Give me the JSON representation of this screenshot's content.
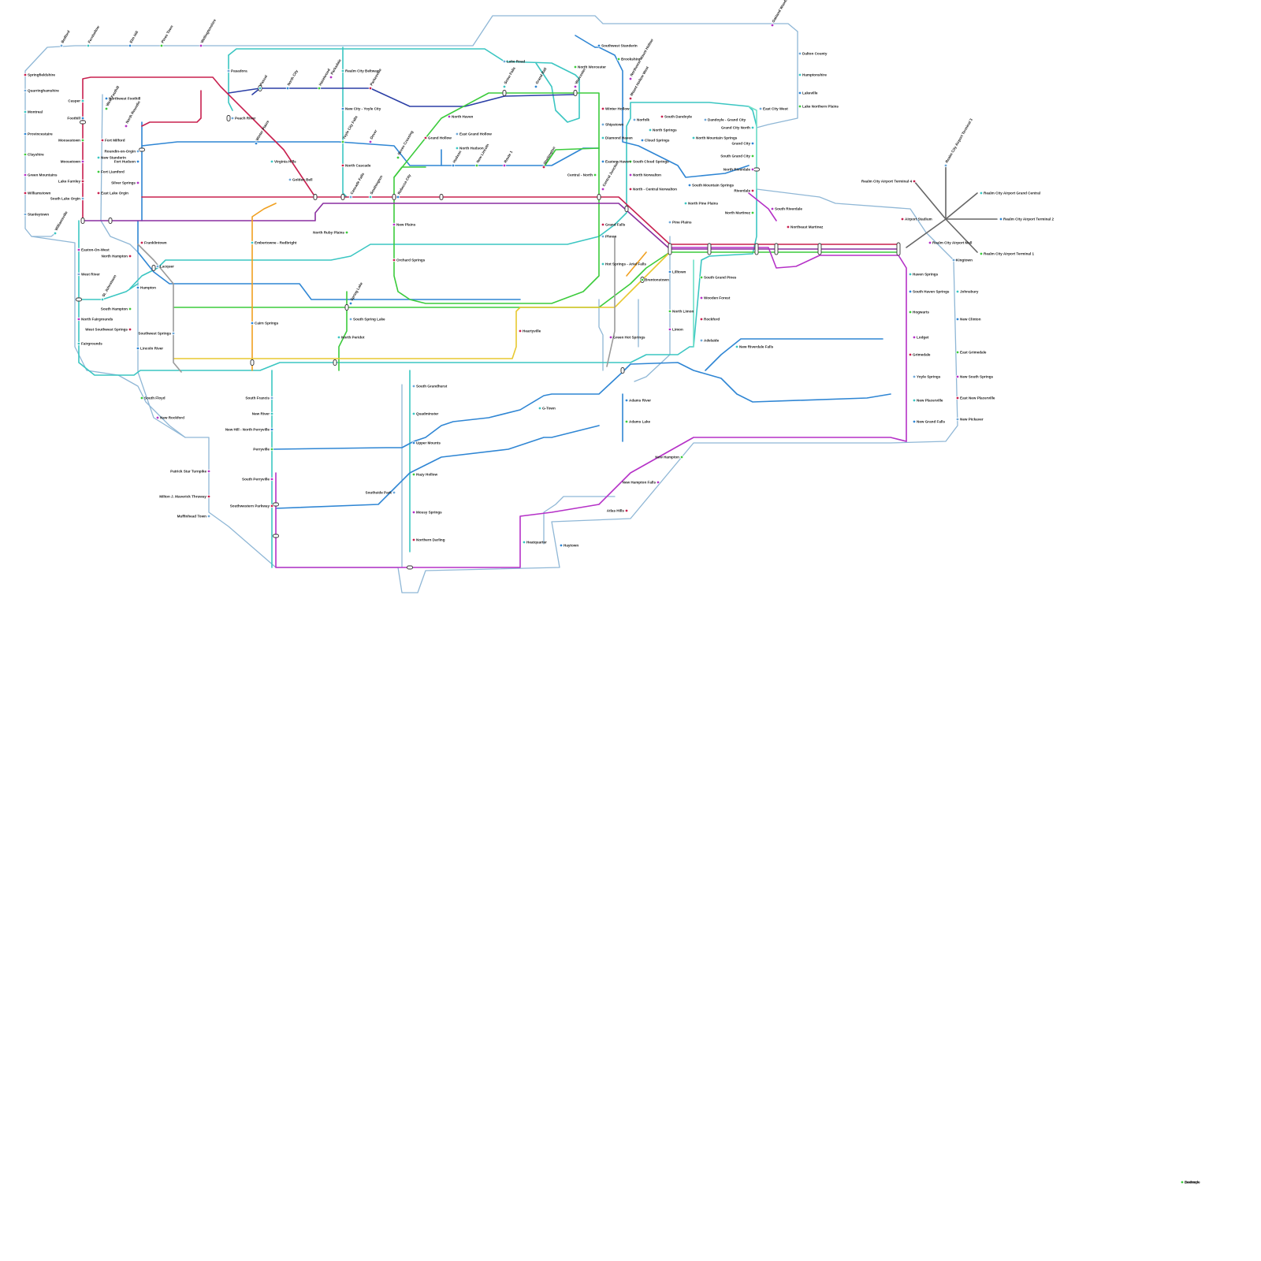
{
  "lines": [
    {
      "name": "outer-loop",
      "color": "#8fb7d6"
    },
    {
      "name": "teal",
      "color": "#3bc6c2"
    },
    {
      "name": "navy",
      "color": "#2b3fa6"
    },
    {
      "name": "blue",
      "color": "#2f86d4"
    },
    {
      "name": "crimson",
      "color": "#c8204f"
    },
    {
      "name": "green",
      "color": "#3ccb3c"
    },
    {
      "name": "purple",
      "color": "#8a2fa0"
    },
    {
      "name": "magenta",
      "color": "#b531c7"
    },
    {
      "name": "orange",
      "color": "#f0a020"
    },
    {
      "name": "yellow",
      "color": "#e8c830"
    },
    {
      "name": "aqua",
      "color": "#6fe0c8"
    },
    {
      "name": "grey",
      "color": "#9a9a9a"
    },
    {
      "name": "dark-grey",
      "color": "#666666"
    }
  ],
  "stations": [
    {
      "name": "Bedford"
    },
    {
      "name": "Fernhollow"
    },
    {
      "name": "Elm Hill"
    },
    {
      "name": "Pines Town"
    },
    {
      "name": "Wellingtonshire"
    },
    {
      "name": "Springfieldshire"
    },
    {
      "name": "Quarringhamshire"
    },
    {
      "name": "Montreal"
    },
    {
      "name": "Provincestaire"
    },
    {
      "name": "Clayshire"
    },
    {
      "name": "Green Mountains"
    },
    {
      "name": "Williamstown"
    },
    {
      "name": "Stanleytown"
    },
    {
      "name": "Casper"
    },
    {
      "name": "Foothill"
    },
    {
      "name": "Moosestown"
    },
    {
      "name": "Moosetown"
    },
    {
      "name": "Lake Farnley"
    },
    {
      "name": "South Lake Orgin"
    },
    {
      "name": "Williamsville"
    },
    {
      "name": "Northwest Foothill"
    },
    {
      "name": "West Foothill"
    },
    {
      "name": "North Roundin"
    },
    {
      "name": "Fort Milford"
    },
    {
      "name": "Roundin-on-Orgin"
    },
    {
      "name": "New Standerin"
    },
    {
      "name": "Fort Hudson"
    },
    {
      "name": "Fort Liamford"
    },
    {
      "name": "Silver Springs"
    },
    {
      "name": "East Lake Orgin"
    },
    {
      "name": "Peach River"
    },
    {
      "name": "Pascal"
    },
    {
      "name": "North City"
    },
    {
      "name": "Hazelwood"
    },
    {
      "name": "Parksdale"
    },
    {
      "name": "Parkesville"
    },
    {
      "name": "Pasadora"
    },
    {
      "name": "Realm City Beltway"
    },
    {
      "name": "New City - Yoyle City"
    },
    {
      "name": "Yoyle City Falls"
    },
    {
      "name": "Dover"
    },
    {
      "name": "North Cascade"
    },
    {
      "name": "Cascade Falls"
    },
    {
      "name": "Southington"
    },
    {
      "name": "Rebecca City"
    },
    {
      "name": "Seven Crossing"
    },
    {
      "name": "North Haven"
    },
    {
      "name": "Grand Hollow"
    },
    {
      "name": "East Grand Hollow"
    },
    {
      "name": "North Hudson"
    },
    {
      "name": "Hudson"
    },
    {
      "name": "New Lincoln"
    },
    {
      "name": "Route 1"
    },
    {
      "name": "Sheltington"
    },
    {
      "name": "Lake Road"
    },
    {
      "name": "Snow Falls"
    },
    {
      "name": "Grand Ball"
    },
    {
      "name": "North Worcester"
    },
    {
      "name": "Worcester"
    },
    {
      "name": "Winter Hollow"
    },
    {
      "name": "Shipstown"
    },
    {
      "name": "Diamond Haven"
    },
    {
      "name": "Eastern Haven"
    },
    {
      "name": "Central - North"
    },
    {
      "name": "Central Junction"
    },
    {
      "name": "Grand Falls"
    },
    {
      "name": "Phnon"
    },
    {
      "name": "Hot Springs - Ariel Falls"
    },
    {
      "name": "Southwest Standerin"
    },
    {
      "name": "Brookshire"
    },
    {
      "name": "Northwest Mount Hollow"
    },
    {
      "name": "Mount Hollow West"
    },
    {
      "name": "Norfolk"
    },
    {
      "name": "North Springs"
    },
    {
      "name": "Cloud Springs"
    },
    {
      "name": "South Cloud Springs"
    },
    {
      "name": "North Norwalton"
    },
    {
      "name": "North - Central Norwalton"
    },
    {
      "name": "Pine Plains"
    },
    {
      "name": "North Pine Plains"
    },
    {
      "name": "Lilltown"
    },
    {
      "name": "North Limon"
    },
    {
      "name": "Limon"
    },
    {
      "name": "South Dandoyle"
    },
    {
      "name": "Dandoyle - Grand City"
    },
    {
      "name": "Grand City North"
    },
    {
      "name": "Grand City"
    },
    {
      "name": "South Grand City"
    },
    {
      "name": "North Riverdale"
    },
    {
      "name": "Riverdale"
    },
    {
      "name": "East City West"
    },
    {
      "name": "North Mountain Springs"
    },
    {
      "name": "South Mountain Springs"
    },
    {
      "name": "North Martinez"
    },
    {
      "name": "South Riverdale"
    },
    {
      "name": "Northeast Martinez"
    },
    {
      "name": "Dalton County"
    },
    {
      "name": "Hamptonshire"
    },
    {
      "name": "Lakeville"
    },
    {
      "name": "Lake Northern Plains"
    },
    {
      "name": "Oakland Woods"
    },
    {
      "name": "Realm City Airport Terminal 4"
    },
    {
      "name": "Realm City Airport Terminal 3"
    },
    {
      "name": "Realm City Airport Grand Central"
    },
    {
      "name": "Realm City Airport Terminal 2"
    },
    {
      "name": "Realm City Airport Terminal 1"
    },
    {
      "name": "Realm City Airport Mall"
    },
    {
      "name": "Airport Stadium"
    },
    {
      "name": "Kingtown"
    },
    {
      "name": "Johnsbury"
    },
    {
      "name": "New Clinton"
    },
    {
      "name": "East Grimedale"
    },
    {
      "name": "New South Springs"
    },
    {
      "name": "East New Placerville"
    },
    {
      "name": "New Pickaver"
    },
    {
      "name": "Haven Springs"
    },
    {
      "name": "South Haven Springs"
    },
    {
      "name": "Hogwarts"
    },
    {
      "name": "Lodget"
    },
    {
      "name": "Grimedale"
    },
    {
      "name": "Yoyle Springs"
    },
    {
      "name": "New Placerville"
    },
    {
      "name": "New Grand Falls"
    },
    {
      "name": "South Grand Pines"
    },
    {
      "name": "Wooden Forest"
    },
    {
      "name": "Rockford"
    },
    {
      "name": "Adelaide"
    },
    {
      "name": "New Riverdale Falls"
    },
    {
      "name": "Bedrock"
    },
    {
      "name": "Zoetrope"
    },
    {
      "name": "Easton-On-West"
    },
    {
      "name": "North Hampton"
    },
    {
      "name": "West River"
    },
    {
      "name": "St. Johnstown"
    },
    {
      "name": "Hampton"
    },
    {
      "name": "South Hampton"
    },
    {
      "name": "North Fairgrounds"
    },
    {
      "name": "West Southwest Springs"
    },
    {
      "name": "Southwest Springs"
    },
    {
      "name": "Fairgrounds"
    },
    {
      "name": "Lincoln River"
    },
    {
      "name": "South Floyd"
    },
    {
      "name": "New Rockford"
    },
    {
      "name": "Franklintown"
    },
    {
      "name": "Lacquer"
    },
    {
      "name": "Embertowne - Redbright"
    },
    {
      "name": "Cairn Springs"
    },
    {
      "name": "North Ruby Plains"
    },
    {
      "name": "New Plains"
    },
    {
      "name": "Orchard Springs"
    },
    {
      "name": "South Spring Lake"
    },
    {
      "name": "North Peridot"
    },
    {
      "name": "Spring Lake"
    },
    {
      "name": "Brentonstown"
    },
    {
      "name": "Green Hot Springs"
    },
    {
      "name": "Heartyville"
    },
    {
      "name": "South Grandhurst"
    },
    {
      "name": "Quadminster"
    },
    {
      "name": "Upper Mounts"
    },
    {
      "name": "Hazy Hollow"
    },
    {
      "name": "Mossy Springs"
    },
    {
      "name": "Northern Darling"
    },
    {
      "name": "South Francis"
    },
    {
      "name": "New River"
    },
    {
      "name": "New Hill - North Perryville"
    },
    {
      "name": "Perryville"
    },
    {
      "name": "South Perryville"
    },
    {
      "name": "Southwestern Parkway"
    },
    {
      "name": "Southside Park"
    },
    {
      "name": "G-Town"
    },
    {
      "name": "Adams River"
    },
    {
      "name": "Adams Lake"
    },
    {
      "name": "Patrick Star Turnpike"
    },
    {
      "name": "Milton J. Maverick Thruway"
    },
    {
      "name": "Muffinhead Town"
    },
    {
      "name": "Heatquarter"
    },
    {
      "name": "Haytown"
    },
    {
      "name": "New Hampton"
    },
    {
      "name": "New Hampton Falls"
    },
    {
      "name": "Atlas Hills"
    },
    {
      "name": "Golden Bell"
    },
    {
      "name": "Virginia Hills"
    },
    {
      "name": "Winter Plains"
    }
  ],
  "labels": {
    "title": ""
  }
}
